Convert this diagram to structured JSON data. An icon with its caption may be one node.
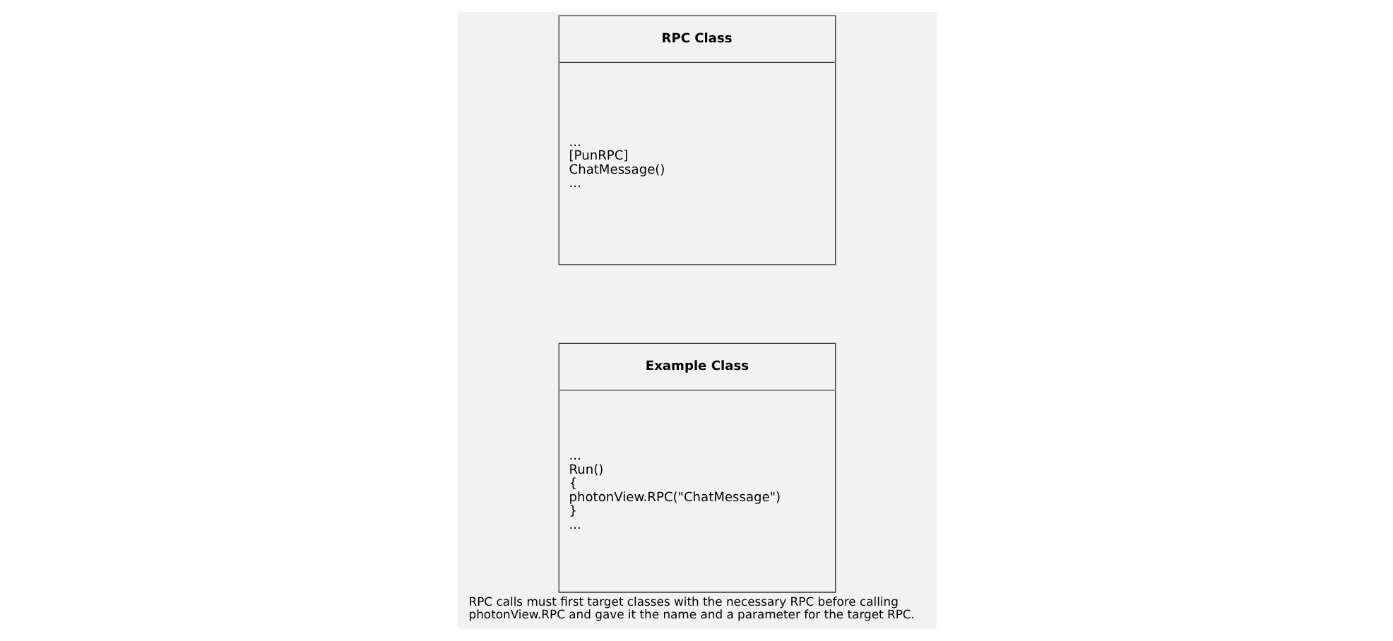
{
  "diagram": {
    "caption": "RPC calls must first target classes with the necessary RPC before calling photonView.RPC and gave it the name and a parameter for the target RPC.",
    "nodes": [
      {
        "text": [
          "RPC Class",
          "... [PunRPC] ChatMessage() ..."
        ]
      },
      {
        "text": [
          "Example Class",
          "... Run() { photonView.RPC(\"ChatMessage\") } ..."
        ]
      }
    ],
    "edges": []
  }
}
